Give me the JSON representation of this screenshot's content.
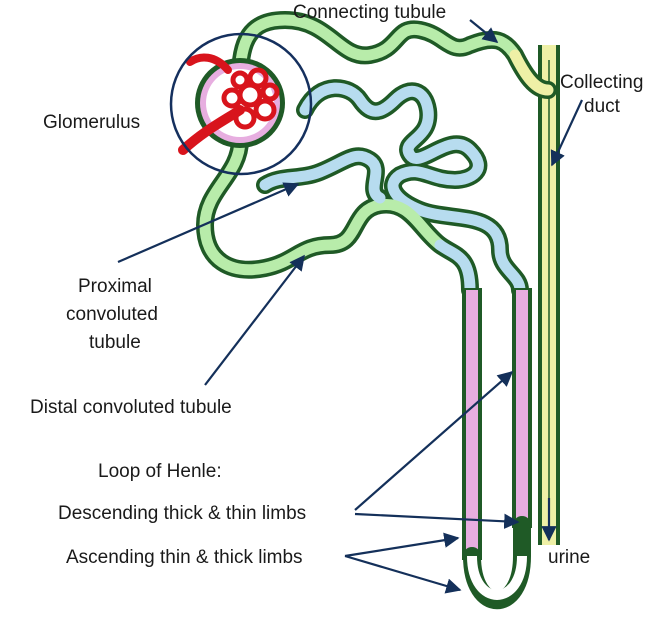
{
  "labels": {
    "connecting_tubule": "Connecting tubule",
    "collecting_duct_line1": "Collecting",
    "collecting_duct_line2": "duct",
    "glomerulus": "Glomerulus",
    "proximal_line1": "Proximal",
    "proximal_line2": "convoluted",
    "proximal_line3": "tubule",
    "distal": "Distal convoluted tubule",
    "loop_of_henle": "Loop of Henle:",
    "descending": "Descending thick & thin limbs",
    "ascending": "Ascending thin & thick limbs",
    "urine": "urine"
  },
  "colors": {
    "outline": "#1f5a26",
    "proximal_fill": "#b8ecaa",
    "distal_fill": "#b7dcef",
    "thin_limb_fill": "#e7aee0",
    "collecting_fill": "#eef0a6",
    "blood_vessel": "#d8141c",
    "glomerulus_circle": "#15305e",
    "arrow": "#14305a"
  }
}
